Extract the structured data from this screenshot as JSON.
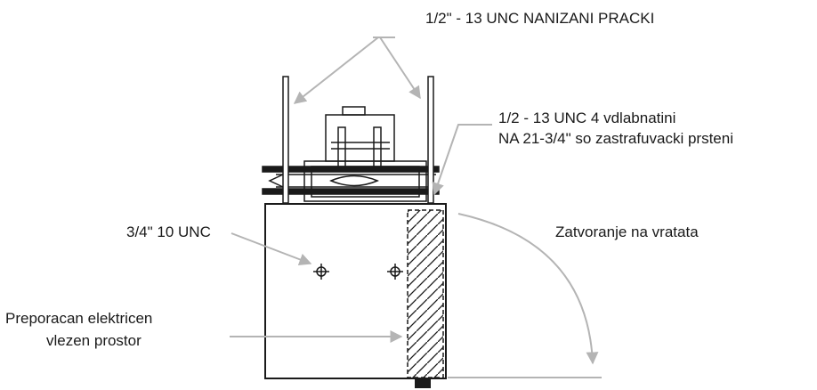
{
  "labels": {
    "threaded_rods": "1/2\" - 13 UNC NANIZANI PRACKI",
    "holes_line1": "1/2 - 13 UNC 4 vdlabnatini",
    "holes_line2": "NA 21-3/4\" so  zastrafuvacki prsteni",
    "bolt_size": "3/4\" 10 UNC",
    "door_closing": "Zatvoranje na vratata",
    "electrical_line1": "Preporacan elektricen",
    "electrical_line2": "vlezen prostor"
  },
  "colors": {
    "ink": "#1a1a1a",
    "leader": "#b4b4b4"
  }
}
